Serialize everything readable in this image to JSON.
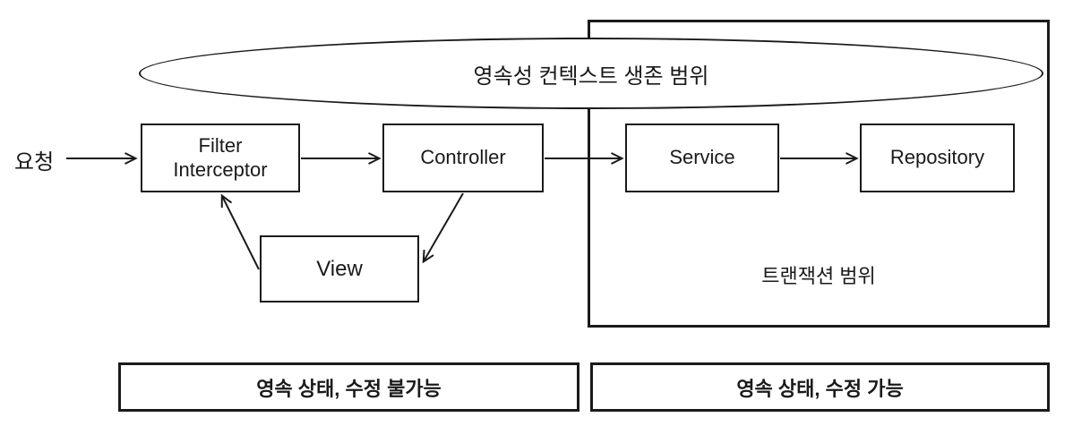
{
  "colors": {
    "stroke": "#1a1a1a",
    "background": "#ffffff"
  },
  "labels": {
    "request": "요청",
    "persistence_scope": "영속성 컨텍스트 생존 범위",
    "transaction_scope": "트랜잭션 범위",
    "footer_left": "영속 상태, 수정 불가능",
    "footer_right": "영속 상태, 수정 가능"
  },
  "nodes": {
    "filter_interceptor": "Filter\nInterceptor",
    "controller": "Controller",
    "service": "Service",
    "repository": "Repository",
    "view": "View"
  },
  "edges": [
    {
      "from": "요청",
      "to": "Filter/Interceptor"
    },
    {
      "from": "Filter/Interceptor",
      "to": "Controller"
    },
    {
      "from": "Controller",
      "to": "Service"
    },
    {
      "from": "Service",
      "to": "Repository"
    },
    {
      "from": "Controller",
      "to": "View"
    },
    {
      "from": "View",
      "to": "Filter/Interceptor"
    }
  ]
}
